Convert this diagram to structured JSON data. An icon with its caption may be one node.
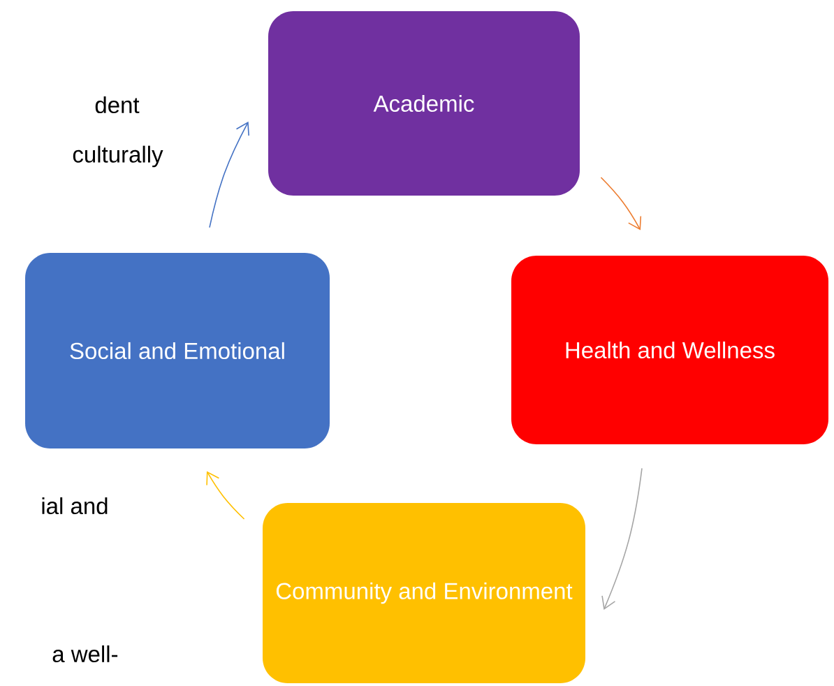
{
  "diagram": {
    "nodes": [
      {
        "text": [
          "Academic"
        ]
      },
      {
        "text": [
          "Health and Wellness"
        ]
      },
      {
        "text": [
          "Social and Emotional"
        ]
      },
      {
        "text": [
          "Community and Environment"
        ]
      }
    ],
    "edges": [
      {
        "from": 0,
        "to": 1,
        "arrow": "to",
        "color": "#ed7d31"
      },
      {
        "from": 1,
        "to": 3,
        "arrow": "to",
        "color": "#a5a5a5"
      },
      {
        "from": 3,
        "to": 2,
        "arrow": "to",
        "color": "#ffc000"
      },
      {
        "from": 2,
        "to": 0,
        "arrow": "to",
        "color": "#4472c4"
      }
    ],
    "labels": [
      "dent",
      "culturally",
      "ial and",
      "a well-"
    ]
  }
}
